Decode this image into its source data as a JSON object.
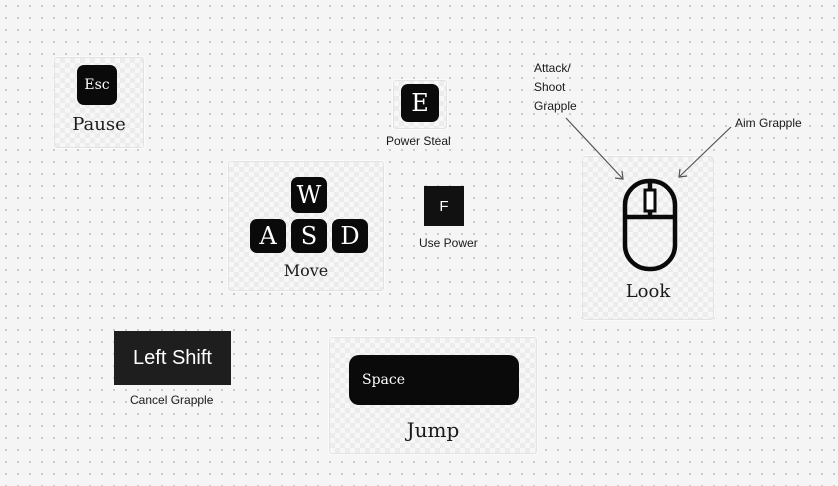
{
  "pause": {
    "key": "Esc",
    "label": "Pause"
  },
  "power_steal": {
    "key": "E",
    "label": "Power Steal"
  },
  "move": {
    "keys": {
      "w": "W",
      "a": "A",
      "s": "S",
      "d": "D"
    },
    "label": "Move"
  },
  "use_power": {
    "key": "F",
    "label": "Use Power"
  },
  "look": {
    "label": "Look",
    "annotation_left": [
      "Attack/",
      "Shoot",
      "Grapple"
    ],
    "annotation_right": "Aim Grapple"
  },
  "cancel_grapple": {
    "key": "Left Shift",
    "label": "Cancel Grapple"
  },
  "jump": {
    "key": "Space",
    "label": "Jump"
  }
}
